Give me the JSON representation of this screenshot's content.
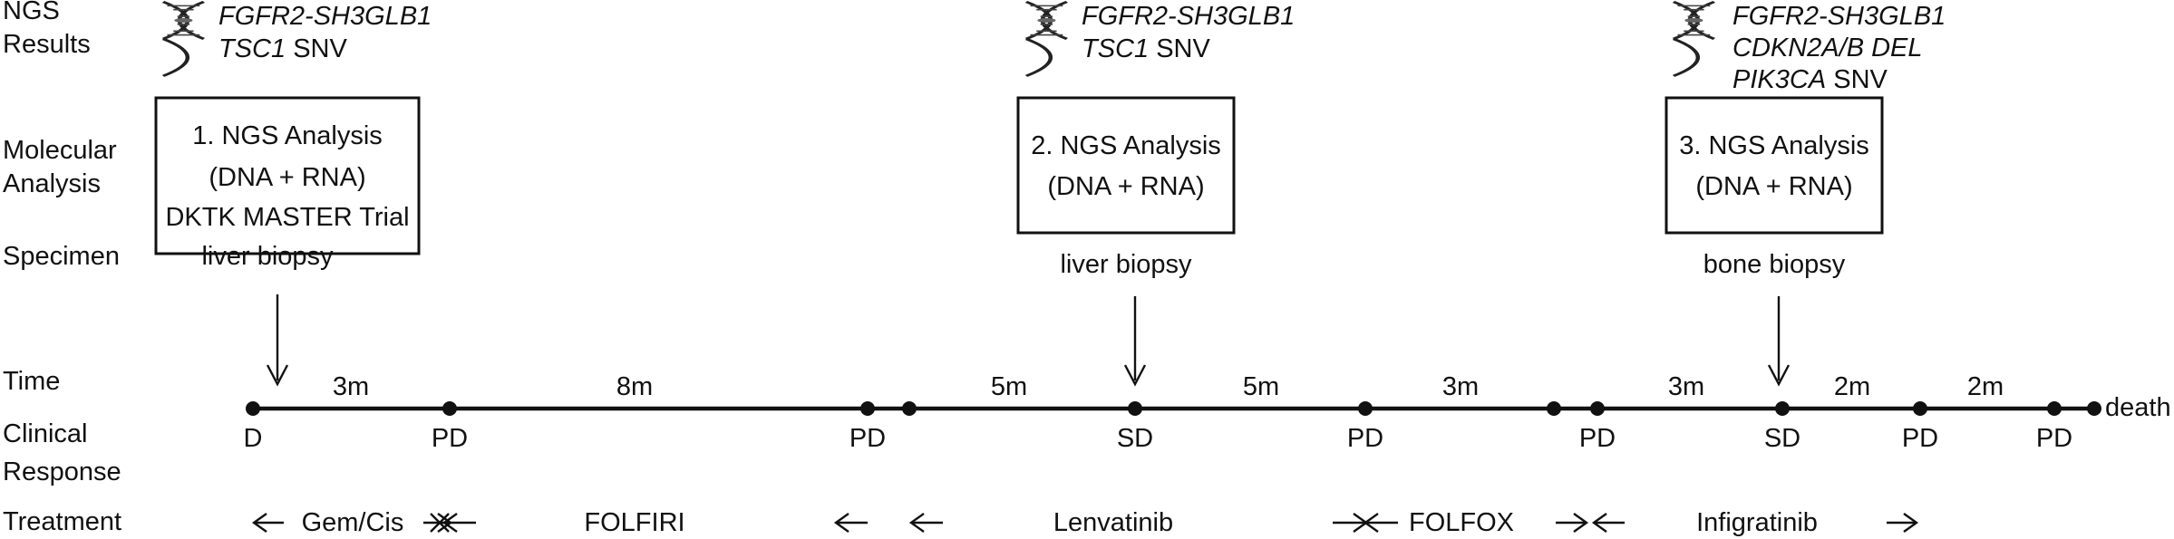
{
  "row_labels": {
    "ngs": "NGS",
    "results": "Results",
    "molecular": "Molecular",
    "analysis": "Analysis",
    "specimen": "Specimen",
    "time": "Time",
    "clinical": "Clinical",
    "response": "Response",
    "treatment": "Treatment"
  },
  "analyses": [
    {
      "box_lines": [
        "1. NGS Analysis",
        "(DNA + RNA)",
        "DKTK MASTER Trial"
      ],
      "specimen": "liver biopsy",
      "results": [
        {
          "gene": "FGFR2-SH3GLB1",
          "suffix": ""
        },
        {
          "gene": "TSC1",
          "suffix": " SNV"
        }
      ]
    },
    {
      "box_lines": [
        "2. NGS Analysis",
        "(DNA + RNA)"
      ],
      "specimen": "liver biopsy",
      "results": [
        {
          "gene": "FGFR2-SH3GLB1",
          "suffix": ""
        },
        {
          "gene": "TSC1",
          "suffix": " SNV"
        }
      ]
    },
    {
      "box_lines": [
        "3. NGS Analysis",
        "(DNA + RNA)"
      ],
      "specimen": "bone biopsy",
      "results": [
        {
          "gene": "FGFR2-SH3GLB1",
          "suffix": ""
        },
        {
          "gene": "CDKN2A/B DEL",
          "suffix": ""
        },
        {
          "gene": "PIK3CA",
          "suffix": " SNV"
        }
      ]
    }
  ],
  "intervals": [
    "3m",
    "8m",
    "5m",
    "5m",
    "3m",
    "3m",
    "2m",
    "2m"
  ],
  "responses": [
    "D",
    "PD",
    "PD",
    "SD",
    "PD",
    "PD",
    "SD",
    "PD",
    "PD"
  ],
  "end_label": "death",
  "treatments": [
    "Gem/Cis",
    "FOLFIRI",
    "Lenvatinib",
    "FOLFOX",
    "Infigratinib"
  ],
  "colors": {
    "ink": "#111111",
    "background": "#ffffff"
  },
  "icons": [
    "dna-icon"
  ]
}
